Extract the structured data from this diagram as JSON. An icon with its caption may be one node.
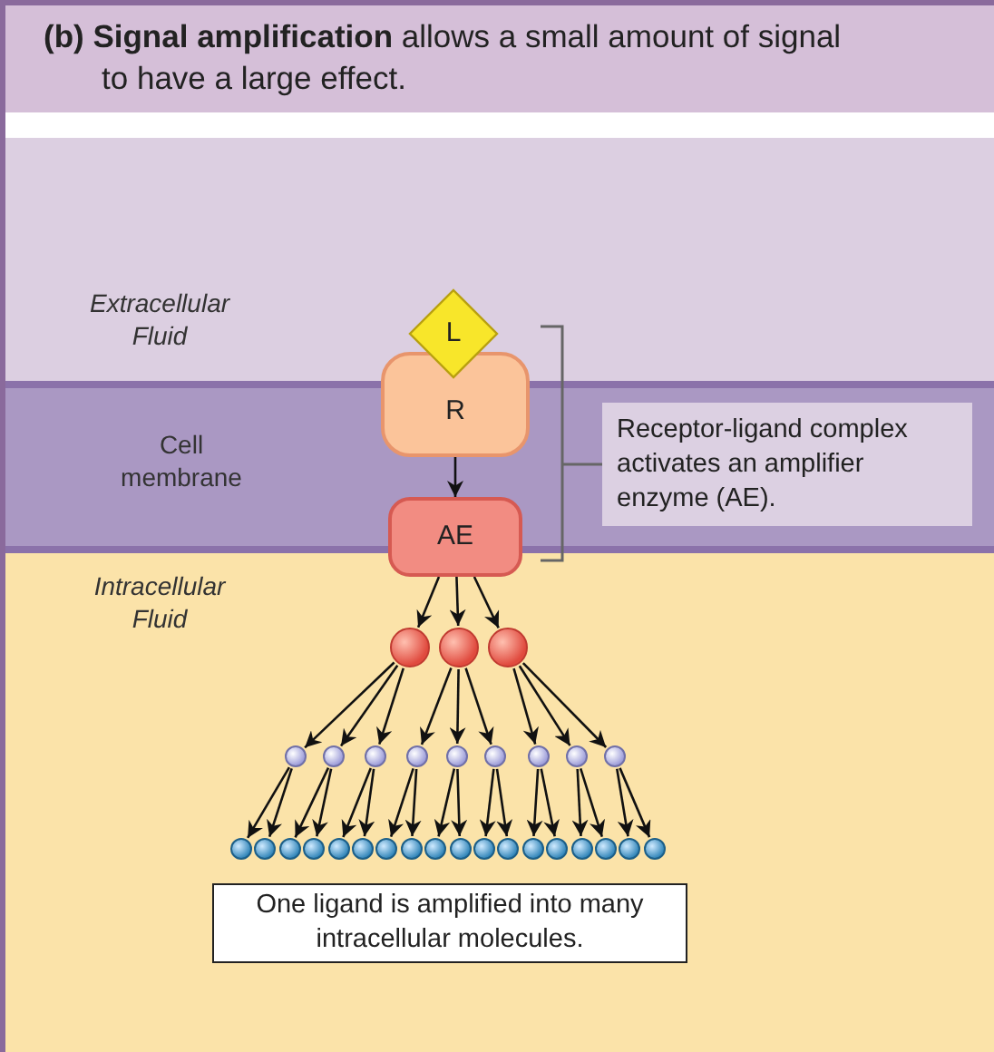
{
  "diagram": {
    "title": "**(b) Signal amplification** allows a small amount of signal to have a large effect.",
    "nodes": [
      {
        "text": [
          "L"
        ]
      },
      {
        "text": [
          "R"
        ]
      },
      {
        "text": [
          "Receptor-ligand complex activates an amplifier enzyme (AE)."
        ]
      },
      {
        "text": [
          "AE"
        ]
      },
      {
        "text": [],
        "shape": "circle"
      },
      {
        "text": [],
        "shape": "circle"
      },
      {
        "text": [],
        "shape": "circle"
      },
      {
        "text": [],
        "shape": "circle"
      },
      {
        "text": [],
        "shape": "circle"
      },
      {
        "text": [],
        "shape": "circle"
      },
      {
        "text": [],
        "shape": "circle"
      },
      {
        "text": [],
        "shape": "circle"
      },
      {
        "text": [],
        "shape": "circle"
      },
      {
        "text": [],
        "shape": "circle"
      },
      {
        "text": [],
        "shape": "circle"
      },
      {
        "text": [],
        "shape": "circle"
      },
      {
        "text": [],
        "shape": "circle"
      },
      {
        "text": [],
        "shape": "circle"
      },
      {
        "text": [],
        "shape": "circle"
      },
      {
        "text": [],
        "shape": "circle"
      },
      {
        "text": [],
        "shape": "circle"
      },
      {
        "text": [],
        "shape": "circle"
      },
      {
        "text": [],
        "shape": "circle"
      },
      {
        "text": [],
        "shape": "circle"
      },
      {
        "text": [],
        "shape": "circle"
      },
      {
        "text": [],
        "shape": "circle"
      },
      {
        "text": [],
        "shape": "circle"
      },
      {
        "text": [],
        "shape": "circle"
      },
      {
        "text": [],
        "shape": "circle"
      },
      {
        "text": [],
        "shape": "circle"
      },
      {
        "text": [],
        "shape": "circle"
      },
      {
        "text": [],
        "shape": "circle"
      },
      {
        "text": [],
        "shape": "circle"
      },
      {
        "text": [],
        "shape": "circle"
      },
      {
        "text": [
          "One ligand is amplified into many intracellular molecules."
        ]
      }
    ],
    "edges": [
      {
        "from": 1,
        "to": 3,
        "arrow": "to"
      },
      {
        "from": 3,
        "to": 4,
        "arrow": "to"
      },
      {
        "from": 3,
        "to": 5,
        "arrow": "to"
      },
      {
        "from": 3,
        "to": 6,
        "arrow": "to"
      },
      {
        "from": 4,
        "to": 7,
        "arrow": "to"
      },
      {
        "from": 4,
        "to": 8,
        "arrow": "to"
      },
      {
        "from": 4,
        "to": 9,
        "arrow": "to"
      },
      {
        "from": 5,
        "to": 10,
        "arrow": "to"
      },
      {
        "from": 5,
        "to": 11,
        "arrow": "to"
      },
      {
        "from": 5,
        "to": 12,
        "arrow": "to"
      },
      {
        "from": 6,
        "to": 13,
        "arrow": "to"
      },
      {
        "from": 6,
        "to": 14,
        "arrow": "to"
      },
      {
        "from": 6,
        "to": 15,
        "arrow": "to"
      },
      {
        "from": 7,
        "to": 16,
        "arrow": "to"
      },
      {
        "from": 7,
        "to": 17,
        "arrow": "to"
      },
      {
        "from": 8,
        "to": 18,
        "arrow": "to"
      },
      {
        "from": 8,
        "to": 19,
        "arrow": "to"
      },
      {
        "from": 9,
        "to": 20,
        "arrow": "to"
      },
      {
        "from": 9,
        "to": 21,
        "arrow": "to"
      },
      {
        "from": 10,
        "to": 22,
        "arrow": "to"
      },
      {
        "from": 10,
        "to": 23,
        "arrow": "to"
      },
      {
        "from": 11,
        "to": 24,
        "arrow": "to"
      },
      {
        "from": 11,
        "to": 25,
        "arrow": "to"
      },
      {
        "from": 12,
        "to": 26,
        "arrow": "to"
      },
      {
        "from": 12,
        "to": 27,
        "arrow": "to"
      },
      {
        "from": 13,
        "to": 28,
        "arrow": "to"
      },
      {
        "from": 13,
        "to": 29,
        "arrow": "to"
      },
      {
        "from": 14,
        "to": 30,
        "arrow": "to"
      },
      {
        "from": 14,
        "to": 31,
        "arrow": "to"
      },
      {
        "from": 15,
        "to": 32,
        "arrow": "to"
      },
      {
        "from": 15,
        "to": 33,
        "arrow": "to"
      }
    ],
    "labels": [
      "Extracellular Fluid",
      "Cell membrane",
      "Intracellular Fluid"
    ]
  }
}
